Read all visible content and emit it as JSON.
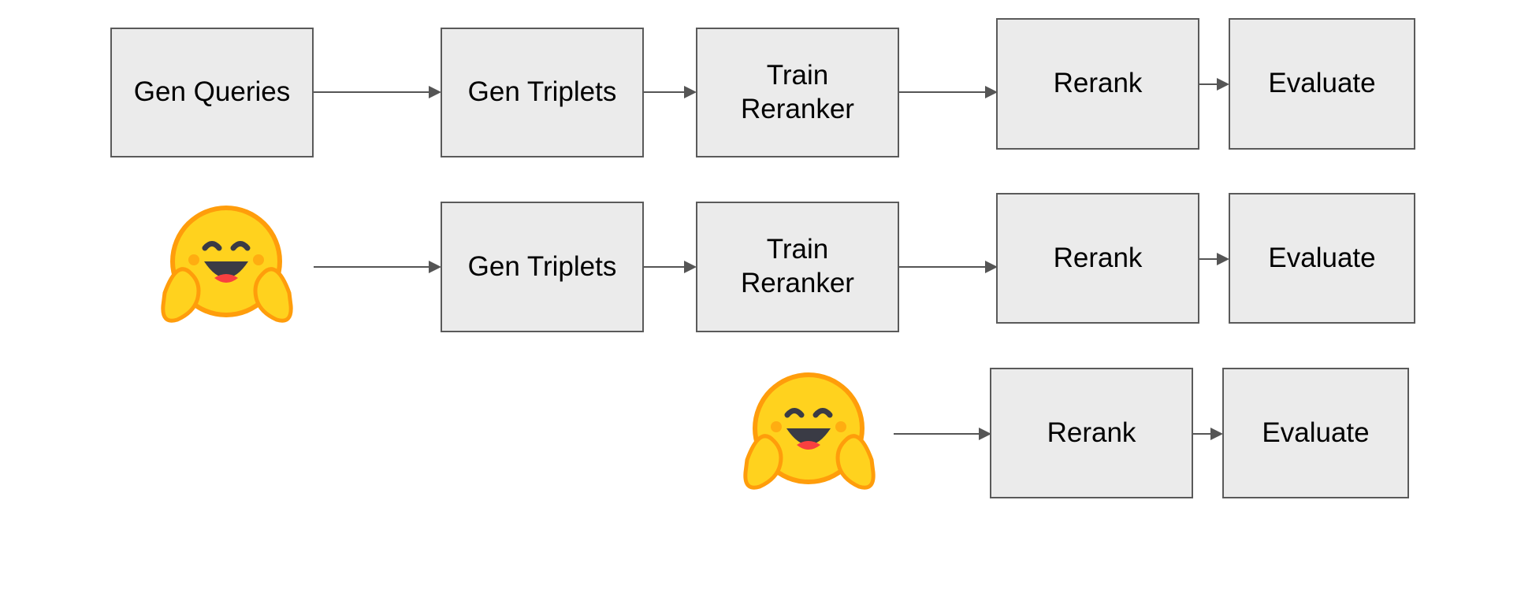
{
  "rows": [
    {
      "source": "gen-queries",
      "nodes": [
        {
          "id": "gen-queries",
          "label": "Gen Queries"
        },
        {
          "id": "gen-triplets",
          "label": "Gen Triplets"
        },
        {
          "id": "train-reranker",
          "label": "Train\nReranker"
        },
        {
          "id": "rerank",
          "label": "Rerank"
        },
        {
          "id": "evaluate",
          "label": "Evaluate"
        }
      ]
    },
    {
      "source": "hugging-face-emoji",
      "nodes": [
        {
          "id": "gen-triplets",
          "label": "Gen Triplets"
        },
        {
          "id": "train-reranker",
          "label": "Train\nReranker"
        },
        {
          "id": "rerank",
          "label": "Rerank"
        },
        {
          "id": "evaluate",
          "label": "Evaluate"
        }
      ]
    },
    {
      "source": "hugging-face-emoji",
      "nodes": [
        {
          "id": "rerank",
          "label": "Rerank"
        },
        {
          "id": "evaluate",
          "label": "Evaluate"
        }
      ]
    }
  ],
  "colors": {
    "node_fill": "#ebebeb",
    "node_border": "#5a5a5a",
    "arrow": "#555555",
    "emoji_face": "#FFD21E",
    "emoji_outline": "#FF9D0B"
  },
  "icons": {
    "source_icon": "hugging-face-emoji"
  }
}
